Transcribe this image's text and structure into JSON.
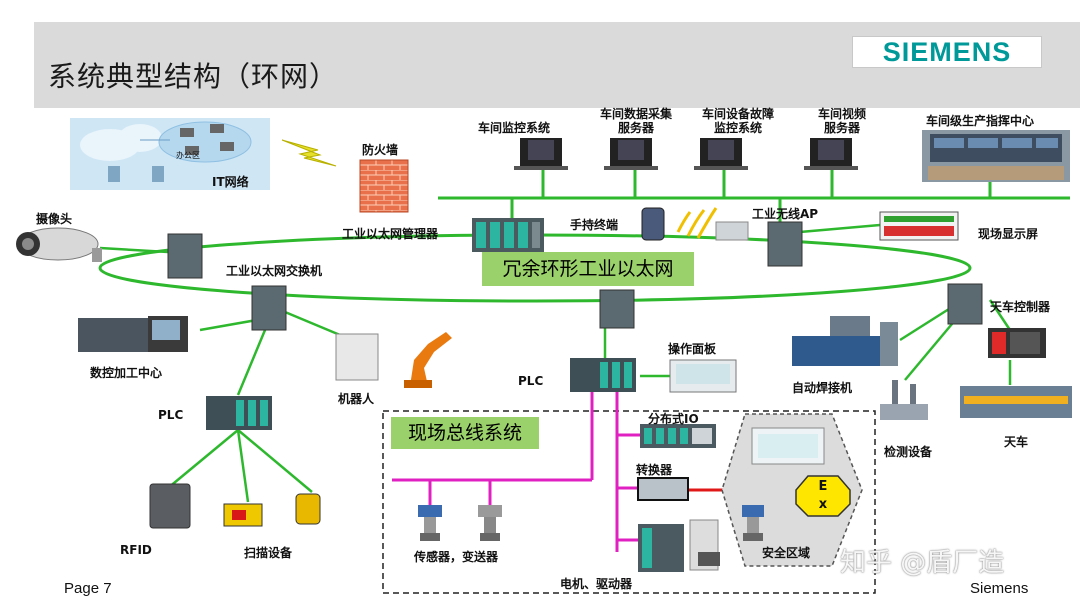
{
  "header": {
    "title": "系统典型结构（环网）",
    "logo": "SIEMENS"
  },
  "ring": {
    "label": "冗余环形工业以太网",
    "color": "#2eb82e"
  },
  "fieldbus": {
    "label": "现场总线系统",
    "color": "#e020c0"
  },
  "labels": {
    "workshop_monitor": "车间监控系统",
    "workshop_data_line1": "车间数据采集",
    "workshop_data_line2": "服务器",
    "workshop_fault_line1": "车间设备故障",
    "workshop_fault_line2": "监控系统",
    "workshop_video_line1": "车间视频",
    "workshop_video_line2": "服务器",
    "command_center": "车间级生产指挥中心",
    "firewall": "防火墙",
    "it_network": "IT网络",
    "office_area": "办公区",
    "camera": "摄像头",
    "ethernet_manager": "工业以太网管理器",
    "handheld": "手持终端",
    "wireless_ap": "工业无线AP",
    "field_display": "现场显示屏",
    "ethernet_switch": "工业以太网交换机",
    "crane_controller": "天车控制器",
    "cnc": "数控加工中心",
    "robot": "机器人",
    "plc_left": "PLC",
    "plc_center": "PLC",
    "operator_panel": "操作面板",
    "welding": "自动焊接机",
    "inspection": "检测设备",
    "crane": "天车",
    "rfid": "RFID",
    "scanner": "扫描设备",
    "distributed_io": "分布式IO",
    "converter": "转换器",
    "ex_line1": "E",
    "ex_line2": "x",
    "safety_zone": "安全区域",
    "sensors": "传感器，变送器",
    "motors": "电机、驱动器"
  },
  "footer": {
    "page": "Page 7",
    "brand": "Siemens",
    "watermark": "知乎 @盾厂造"
  }
}
